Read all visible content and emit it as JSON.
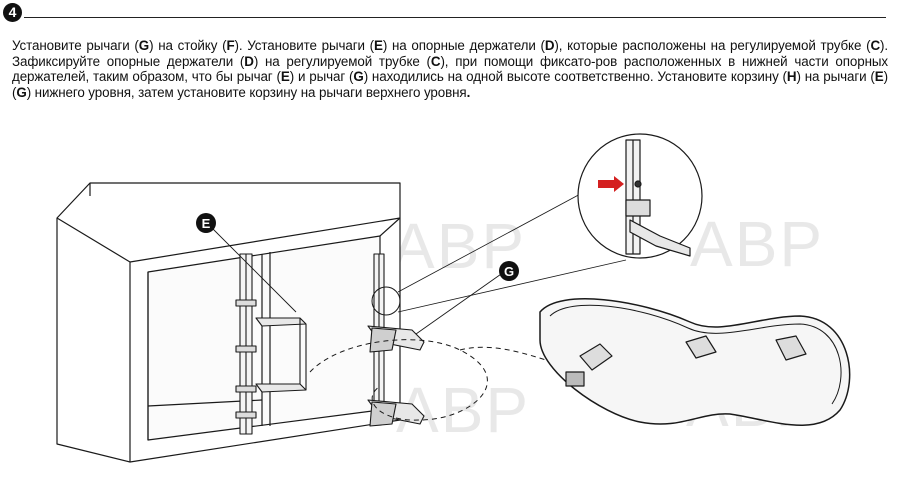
{
  "step": {
    "number": "4"
  },
  "instructions": {
    "segments": [
      {
        "t": "Установите рычаги (",
        "b": false
      },
      {
        "t": "G",
        "b": true
      },
      {
        "t": ") на стойку (",
        "b": false
      },
      {
        "t": "F",
        "b": true
      },
      {
        "t": "). Установите рычаги (",
        "b": false
      },
      {
        "t": "E",
        "b": true
      },
      {
        "t": ") на опорные держатели (",
        "b": false
      },
      {
        "t": "D",
        "b": true
      },
      {
        "t": "), которые расположены на регулируемой трубке (",
        "b": false
      },
      {
        "t": "C",
        "b": true
      },
      {
        "t": "). Зафиксируйте опорные держатели (",
        "b": false
      },
      {
        "t": "D",
        "b": true
      },
      {
        "t": ") на регулируемой трубке (",
        "b": false
      },
      {
        "t": "C",
        "b": true
      },
      {
        "t": "), при помощи фиксато-ров расположенных в нижней части опорных держателей, таким образом, что бы рычаг (",
        "b": false
      },
      {
        "t": "E",
        "b": true
      },
      {
        "t": ") и рычаг (",
        "b": false
      },
      {
        "t": "G",
        "b": true
      },
      {
        "t": ") находились на одной высоте соответственно. Установите корзину (",
        "b": false
      },
      {
        "t": "H",
        "b": true
      },
      {
        "t": ") на рычаги (",
        "b": false
      },
      {
        "t": "E",
        "b": true
      },
      {
        "t": ") (",
        "b": false
      },
      {
        "t": "G",
        "b": true
      },
      {
        "t": ") нижнего уровня, затем установите корзину на рычаги верхнего уровня",
        "b": false
      },
      {
        "t": ".",
        "b": true
      }
    ]
  },
  "callouts": {
    "e": "E",
    "g": "G"
  },
  "watermark": {
    "text": "ABP"
  },
  "colors": {
    "ink": "#111111",
    "arrow": "#d42020",
    "watermark": "#000000"
  }
}
